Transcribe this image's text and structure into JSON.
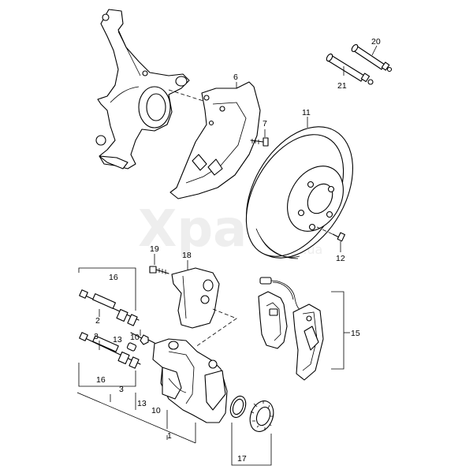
{
  "watermark": {
    "main": "Xpart",
    "sub": ".com.ua"
  },
  "labels": {
    "p1": "1",
    "p2": "2",
    "p3a": "3",
    "p3b": "3",
    "p6": "6",
    "p7": "7",
    "p10a": "10",
    "p10b": "10",
    "p11": "11",
    "p12": "12",
    "p13a": "13",
    "p13b": "13",
    "p15": "15",
    "p16a": "16",
    "p16b": "16",
    "p17": "17",
    "p18": "18",
    "p19": "19",
    "p20": "20",
    "p21": "21"
  }
}
